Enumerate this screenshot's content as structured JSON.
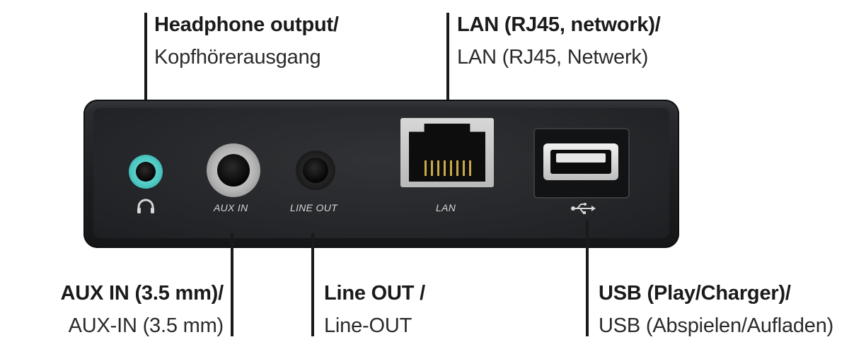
{
  "callouts": {
    "headphone": {
      "title": "Headphone output/",
      "subtitle": "Kopfhörerausgang"
    },
    "lan": {
      "title": "LAN (RJ45, network)/",
      "subtitle": "LAN (RJ45, Netwerk)"
    },
    "aux": {
      "title": "AUX IN (3.5 mm)/",
      "subtitle": "AUX-IN (3.5 mm)"
    },
    "lineout": {
      "title": "Line OUT /",
      "subtitle": "Line-OUT"
    },
    "usb": {
      "title": "USB (Play/Charger)/",
      "subtitle": "USB (Abspielen/Aufladen)"
    }
  },
  "panel_labels": {
    "aux_in": "AUX IN",
    "line_out": "LINE OUT",
    "lan": "LAN"
  },
  "icons": {
    "headphone_port": "headphone-icon",
    "usb_port": "usb-icon"
  },
  "colors": {
    "headphone_ring": "#5fd3cf",
    "aux_ring": "#c9c9c9",
    "panel": "#26282b"
  }
}
